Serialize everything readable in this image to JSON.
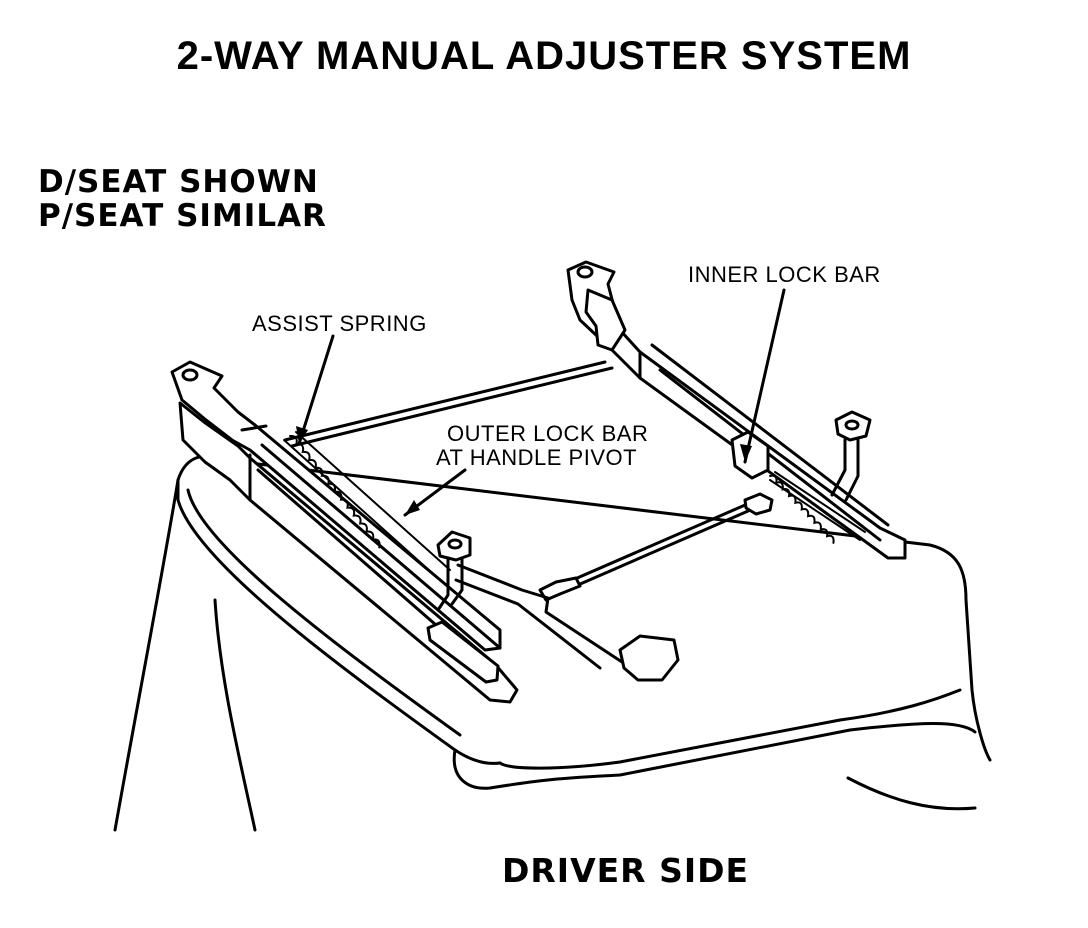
{
  "title": "2-WAY MANUAL ADJUSTER SYSTEM",
  "notes": [
    "D/SEAT SHOWN",
    "P/SEAT SIMILAR"
  ],
  "labels": {
    "inner_lock_bar": "INNER LOCK BAR",
    "assist_spring": "ASSIST SPRING",
    "outer_lock_bar_line1": "OUTER LOCK BAR",
    "outer_lock_bar_line2": "AT HANDLE PIVOT"
  },
  "footer": "DRIVER SIDE"
}
